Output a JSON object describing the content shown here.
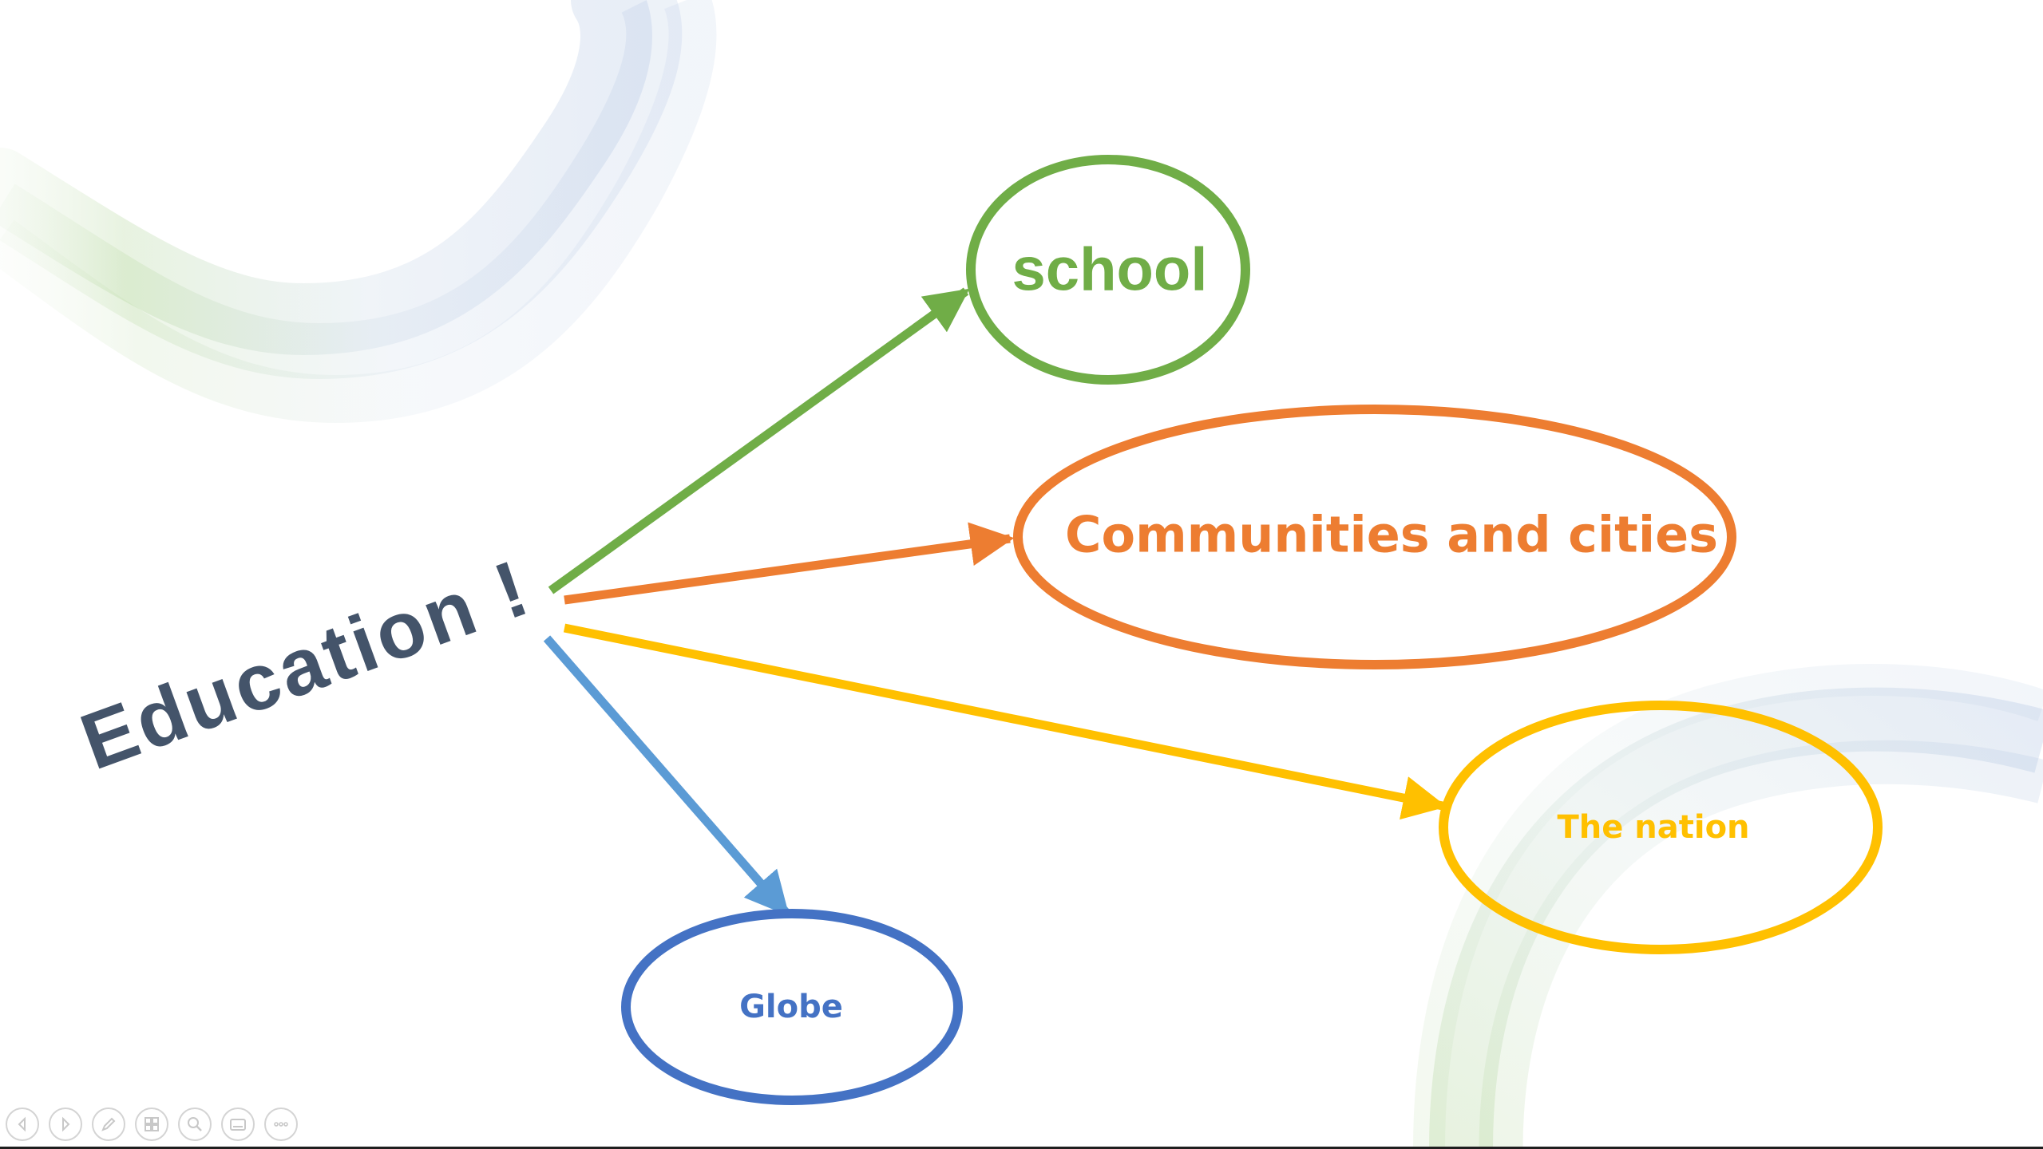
{
  "slide": {
    "title": "Education !",
    "nodes": {
      "school": "school",
      "communities": "Communities and cities",
      "nation": "The nation",
      "globe": "Globe"
    }
  },
  "colors": {
    "title": "#44546a",
    "school": "#70ad47",
    "communities": "#ed7d31",
    "nation": "#ffc000",
    "globe": "#4472c4",
    "globe_arrow": "#5b9bd5"
  },
  "toolbar": {
    "icons": [
      "previous-icon",
      "next-icon",
      "pen-icon",
      "slides-grid-icon",
      "zoom-icon",
      "subtitles-icon",
      "more-options-icon"
    ]
  }
}
